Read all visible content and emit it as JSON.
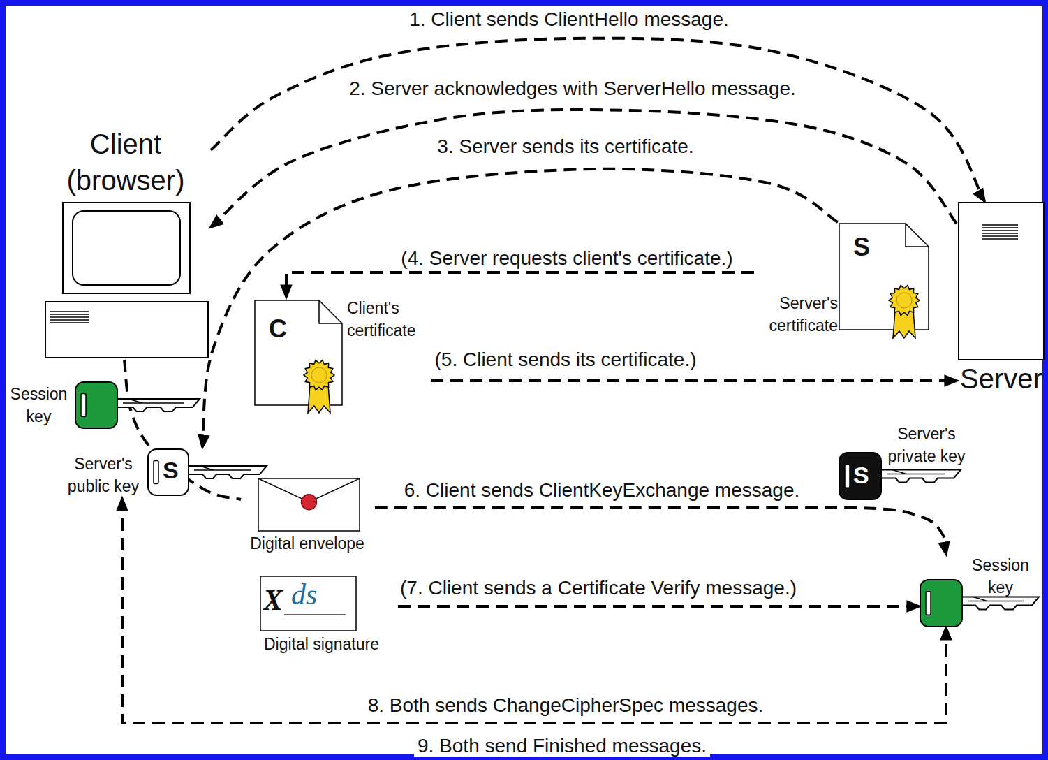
{
  "diagram": {
    "nodes": [
      {
        "text": [
          "Client (browser)"
        ]
      },
      {
        "text": [
          "Server"
        ]
      },
      {
        "text": [
          "S",
          "Server's certificate"
        ]
      },
      {
        "text": [
          "C",
          "Client's certificate"
        ]
      },
      {
        "text": [
          "Session key"
        ]
      },
      {
        "text": [
          "S",
          "Server's public key"
        ]
      },
      {
        "text": [
          "Digital envelope"
        ]
      },
      {
        "text": [
          "S",
          "Server's private key"
        ]
      },
      {
        "text": [
          "Session key"
        ]
      },
      {
        "text": [
          "X",
          "ds",
          "Digital signature"
        ]
      }
    ],
    "edges": [
      {
        "from": 0,
        "to": 1,
        "arrow": "to",
        "label": "1. Client sends ClientHello message."
      },
      {
        "from": 1,
        "to": 0,
        "arrow": "to",
        "label": "2. Server acknowledges with ServerHello message."
      },
      {
        "from": 2,
        "to": 5,
        "arrow": "to",
        "label": "3. Server sends its certificate."
      },
      {
        "from": 2,
        "to": 3,
        "arrow": "to",
        "label": "(4. Server requests client's certificate.)"
      },
      {
        "from": 3,
        "to": 1,
        "arrow": "to",
        "label": "(5. Client sends its certificate.)"
      },
      {
        "from": 6,
        "to": 8,
        "arrow": "to",
        "label": "6. Client sends ClientKeyExchange message."
      },
      {
        "from": 9,
        "to": 8,
        "arrow": "to",
        "label": "(7. Client sends a Certificate Verify message.)"
      },
      {
        "from": 5,
        "to": 8,
        "arrow": "both",
        "label": "8. Both sends ChangeCipherSpec messages."
      },
      {
        "from": 0,
        "to": 6,
        "arrow": "none"
      }
    ],
    "labels": [
      "9. Both send Finished messages."
    ]
  }
}
